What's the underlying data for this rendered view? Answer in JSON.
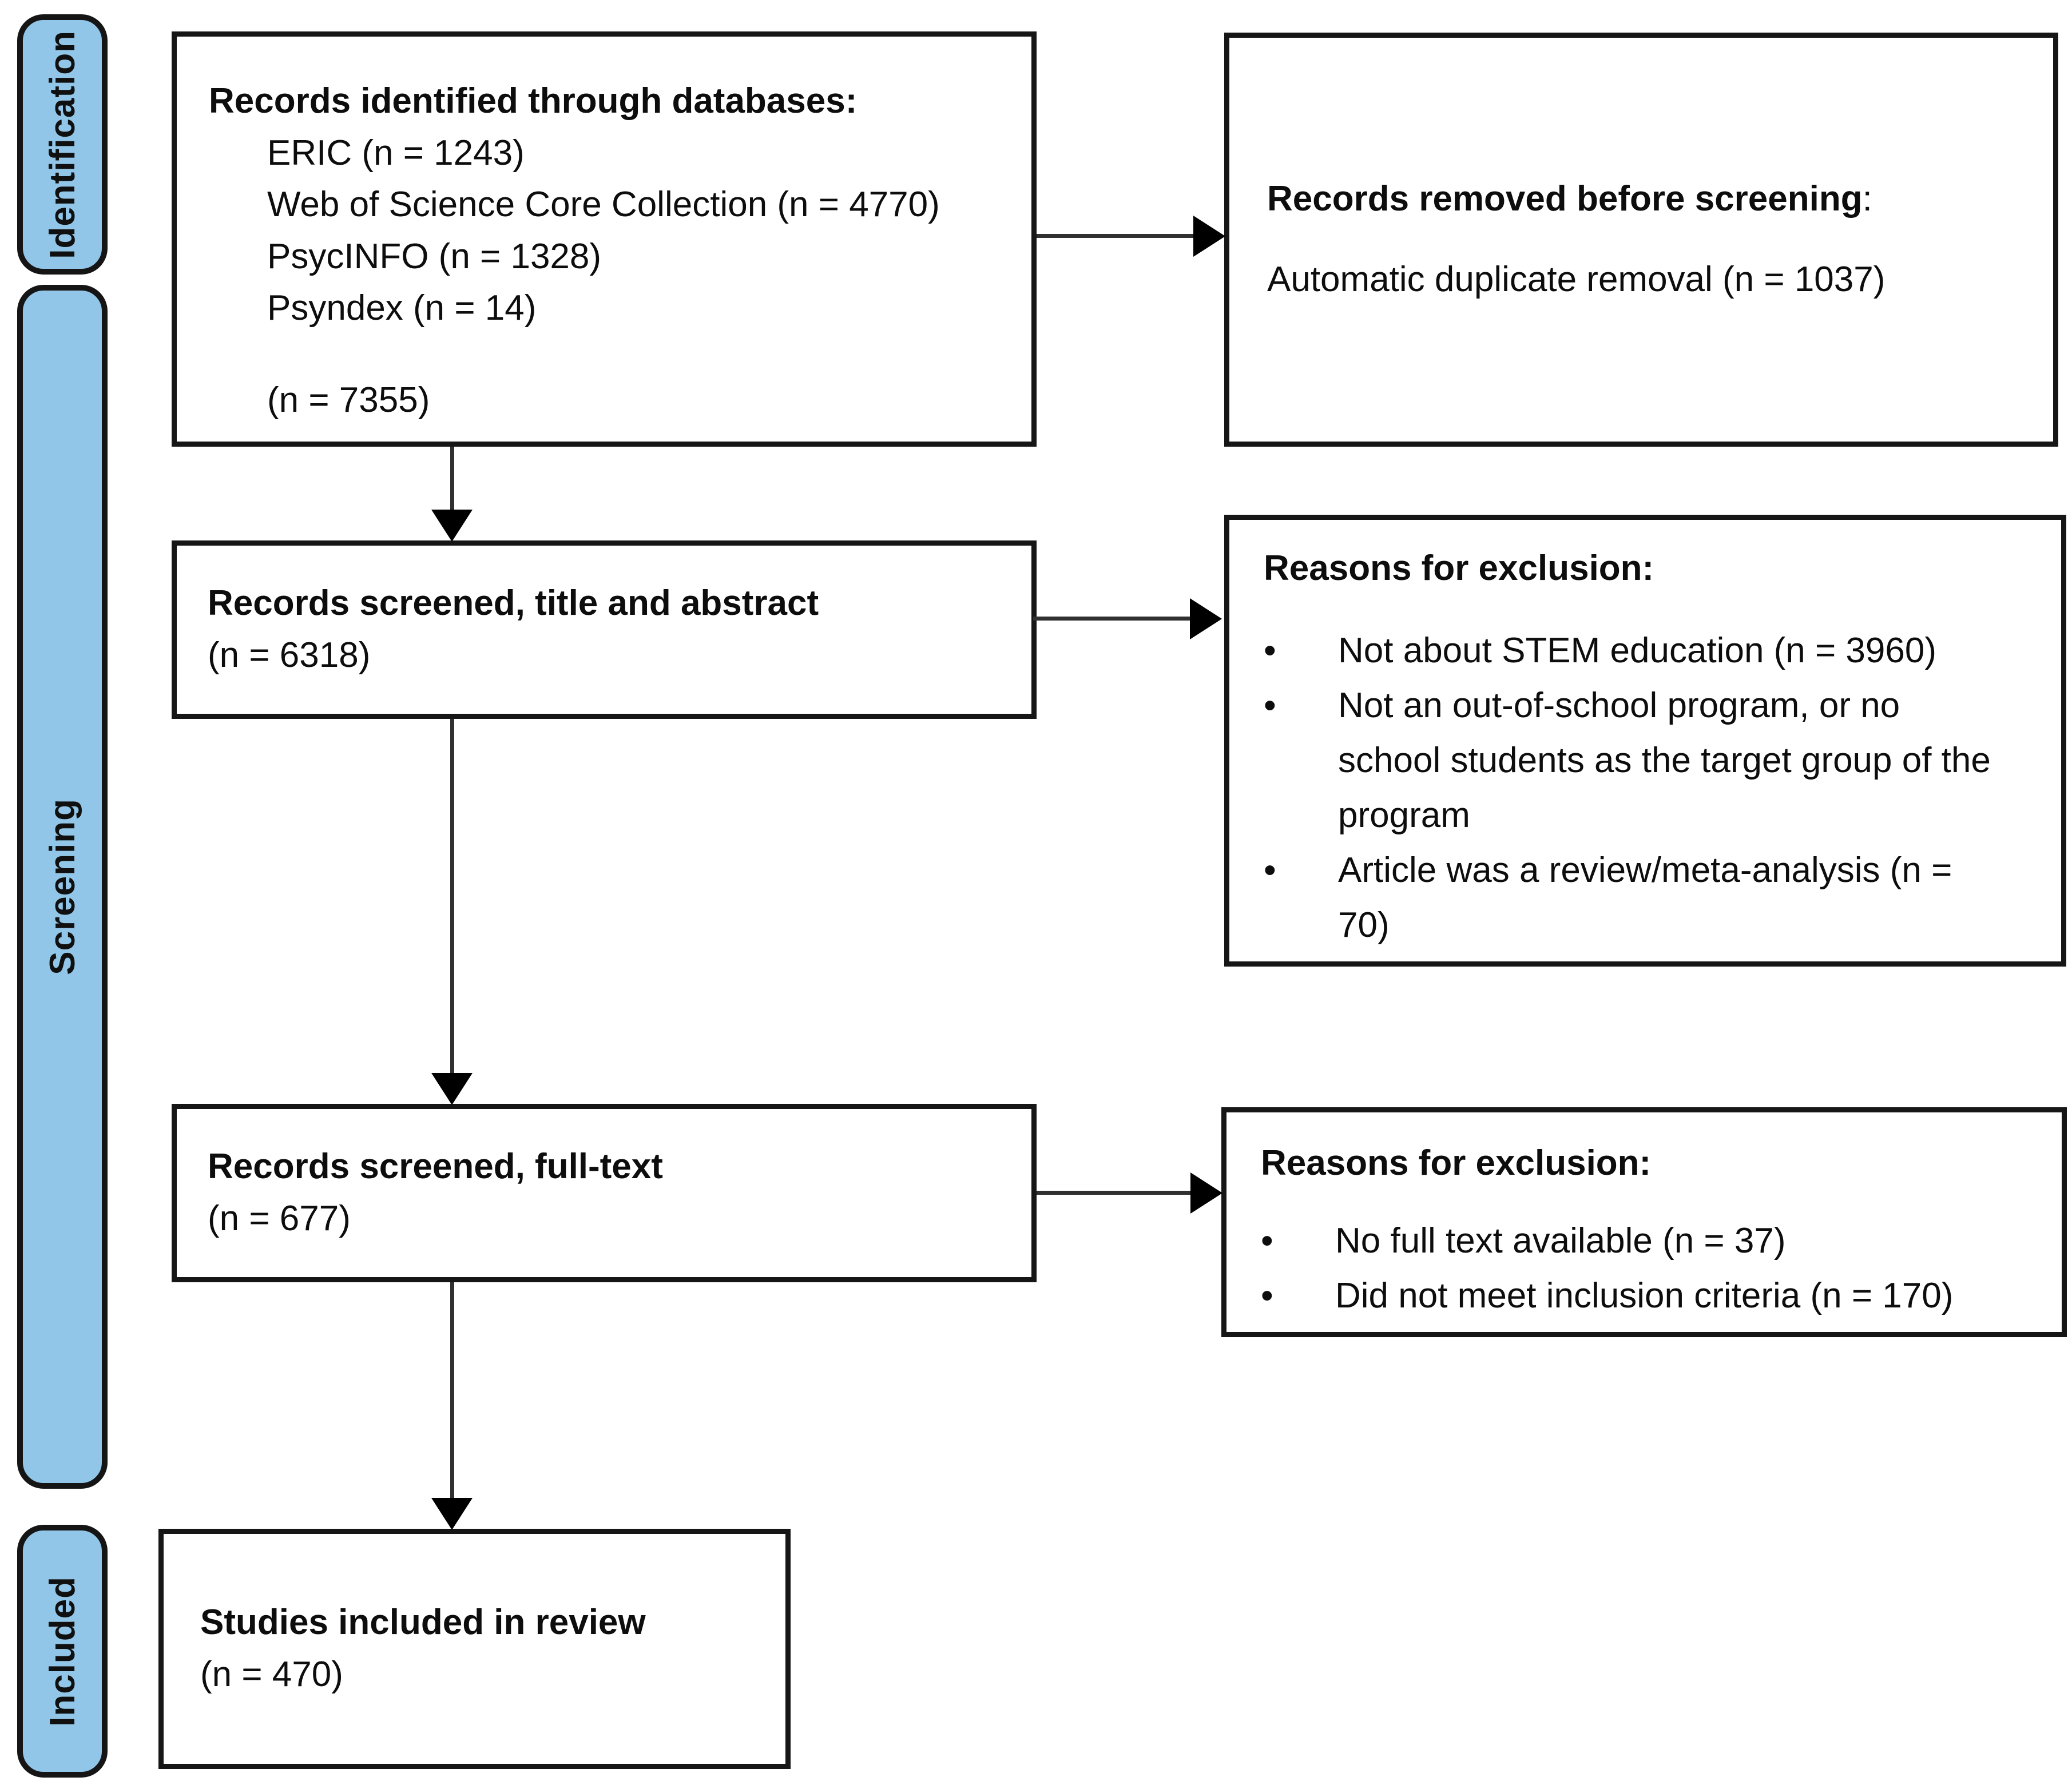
{
  "diagram": {
    "stages": [
      {
        "label": "Identification"
      },
      {
        "label": "Screening"
      },
      {
        "label": "Included"
      }
    ],
    "boxes": {
      "identified": {
        "title": "Records identified through databases:",
        "items": [
          "ERIC (n = 1243)",
          "Web of Science Core Collection (n = 4770)",
          "PsycINFO (n = 1328)",
          "Psyndex (n = 14)"
        ],
        "total": "(n = 7355)"
      },
      "removed": {
        "title": "Records removed before screening",
        "title_suffix": ":",
        "body": "Automatic duplicate removal (n = 1037)"
      },
      "screened_abstract": {
        "title": "Records screened, title and abstract",
        "count": "(n = 6318)"
      },
      "reasons_abstract": {
        "title": "Reasons for exclusion:",
        "bullets": [
          "Not about STEM education (n = 3960)",
          "Not an out-of-school program, or no\nschool students as the target group of the\nprogram",
          "Article was a review/meta-analysis (n =\n70)"
        ]
      },
      "screened_fulltext": {
        "title": "Records screened, full-text",
        "count": "(n = 677)"
      },
      "reasons_fulltext": {
        "title": "Reasons for exclusion:",
        "bullets": [
          "No full text available (n = 37)",
          "Did not meet inclusion criteria (n = 170)"
        ]
      },
      "included": {
        "title": "Studies included in review",
        "count": "(n = 470)"
      }
    },
    "icons": {
      "bullet": "•"
    },
    "colors": {
      "stage_fill": "#92C6E8",
      "box_border": "#161616",
      "arrow": "#303030"
    }
  }
}
